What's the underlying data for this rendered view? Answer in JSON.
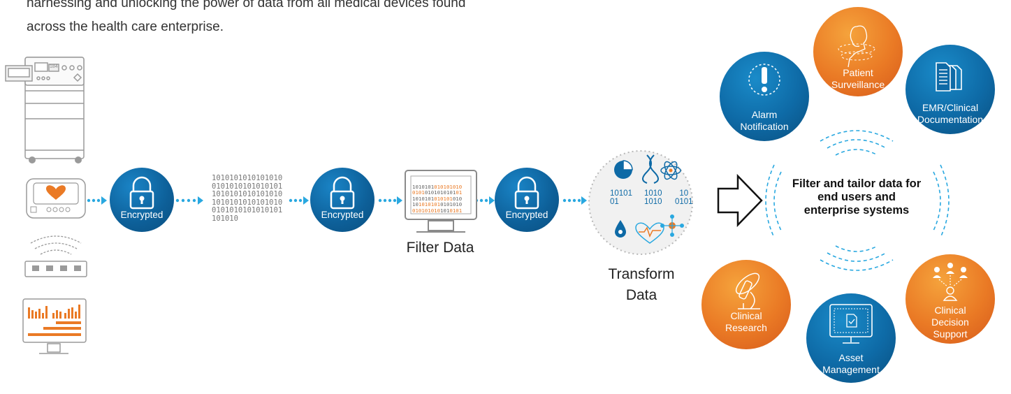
{
  "intro": {
    "line1": "harnessing and unlocking the power of data from all medical devices found",
    "line2": "across the health care enterprise."
  },
  "locks": [
    "Encrypted",
    "Encrypted",
    "Encrypted"
  ],
  "binary_block": "1010101010101010\n0101010101010101\n1010101010101010\n1010101010101010\n0101010101010101\n101010",
  "filter_label": "Filter Data",
  "transform": {
    "label_line1": "Transform",
    "label_line2": "Data",
    "binary_left": "10101\n01",
    "binary_mid": "1010\n1010",
    "binary_right": "10\n0101"
  },
  "center_text": "Filter and tailor data for end users and enterprise systems",
  "outputs": {
    "alarm": [
      "Alarm",
      "Notification"
    ],
    "patient": [
      "Patient",
      "Surveillance"
    ],
    "emr": [
      "EMR/Clinical",
      "Documentation"
    ],
    "research": [
      "Clinical",
      "Research"
    ],
    "asset": [
      "Asset",
      "Management"
    ],
    "decision": [
      "Clinical",
      "Decision",
      "Support"
    ]
  },
  "device_screen": {
    "value": "184"
  },
  "colors": {
    "blue": "#0e6aa6",
    "orange": "#ea7a25",
    "cyan": "#29a8e0",
    "gray": "#888888"
  }
}
